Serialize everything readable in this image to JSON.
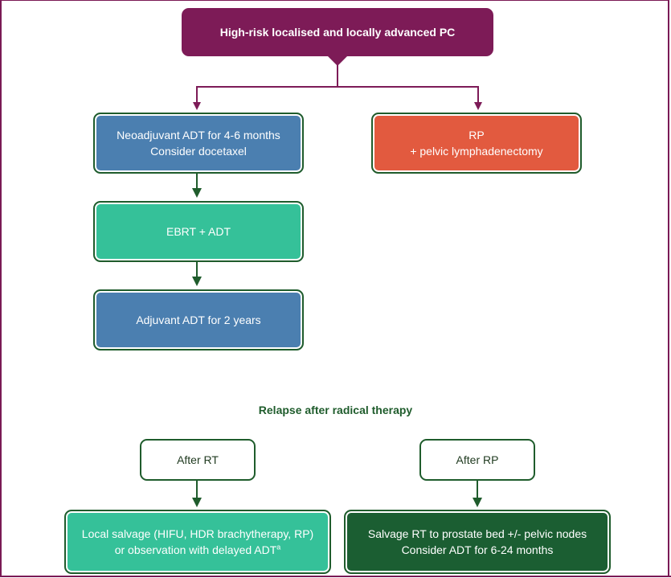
{
  "top_box": {
    "label": "High-risk localised and locally advanced PC"
  },
  "left_branch": {
    "neoadjuvant": {
      "line1": "Neoadjuvant ADT for 4-6 months",
      "line2": "Consider docetaxel"
    },
    "ebrt": {
      "label": "EBRT + ADT"
    },
    "adjuvant": {
      "label": "Adjuvant ADT for 2 years"
    }
  },
  "right_branch": {
    "rp": {
      "line1": "RP",
      "line2": "+ pelvic lymphadenectomy"
    }
  },
  "relapse": {
    "heading": "Relapse after radical therapy",
    "after_rt": {
      "label": "After RT"
    },
    "after_rp": {
      "label": "After RP"
    },
    "local_salvage": {
      "line1": "Local salvage (HIFU, HDR brachytherapy, RP)",
      "line2": "or observation with delayed ADT",
      "footnote_mark": "a"
    },
    "salvage_rt": {
      "line1": "Salvage RT to prostate bed +/- pelvic nodes",
      "line2": "Consider ADT for 6-24 months"
    }
  },
  "colors": {
    "top": "#7d1b57",
    "blue": "#4b7fb0",
    "orange": "#e25a3f",
    "teal": "#35c199",
    "dark_green": "#1b5e32",
    "arrow_purple": "#7d1b57",
    "arrow_green": "#1f5c2c"
  }
}
